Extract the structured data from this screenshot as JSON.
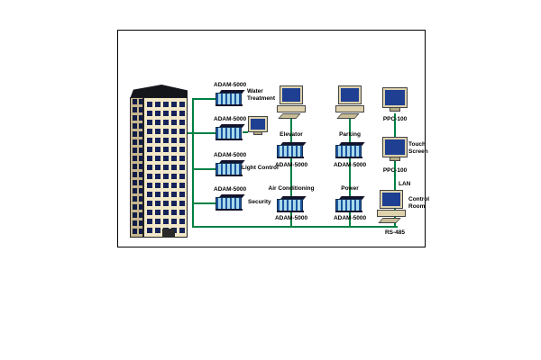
{
  "colors": {
    "connector": "#008044",
    "screen": "#1e3f92",
    "module_face": "#a9d9ea",
    "casing": "#ddd2ad"
  },
  "left_rack": {
    "row1": {
      "device": "ADAM-5000",
      "function": "Water Treatment"
    },
    "row2": {
      "device": "ADAM-5000"
    },
    "row3": {
      "device": "ADAM-5000",
      "function": "Light Control"
    },
    "row4": {
      "device": "ADAM-5000",
      "function": "Security"
    }
  },
  "elevator_branch": {
    "station": "Elevator",
    "device_a": "ADAM-5000",
    "function": "Air Conditioning",
    "device_b": "ADAM-5000"
  },
  "parking_branch": {
    "station": "Parking",
    "device_a": "ADAM-5000",
    "function": "Power",
    "device_b": "ADAM-5000"
  },
  "control_branch": {
    "top_monitor": "PPC-100",
    "touch_screen": "Touch Screen",
    "touch_device": "PPC-100",
    "lan": "LAN",
    "control_room": "Control Room",
    "bus": "RS-485"
  }
}
